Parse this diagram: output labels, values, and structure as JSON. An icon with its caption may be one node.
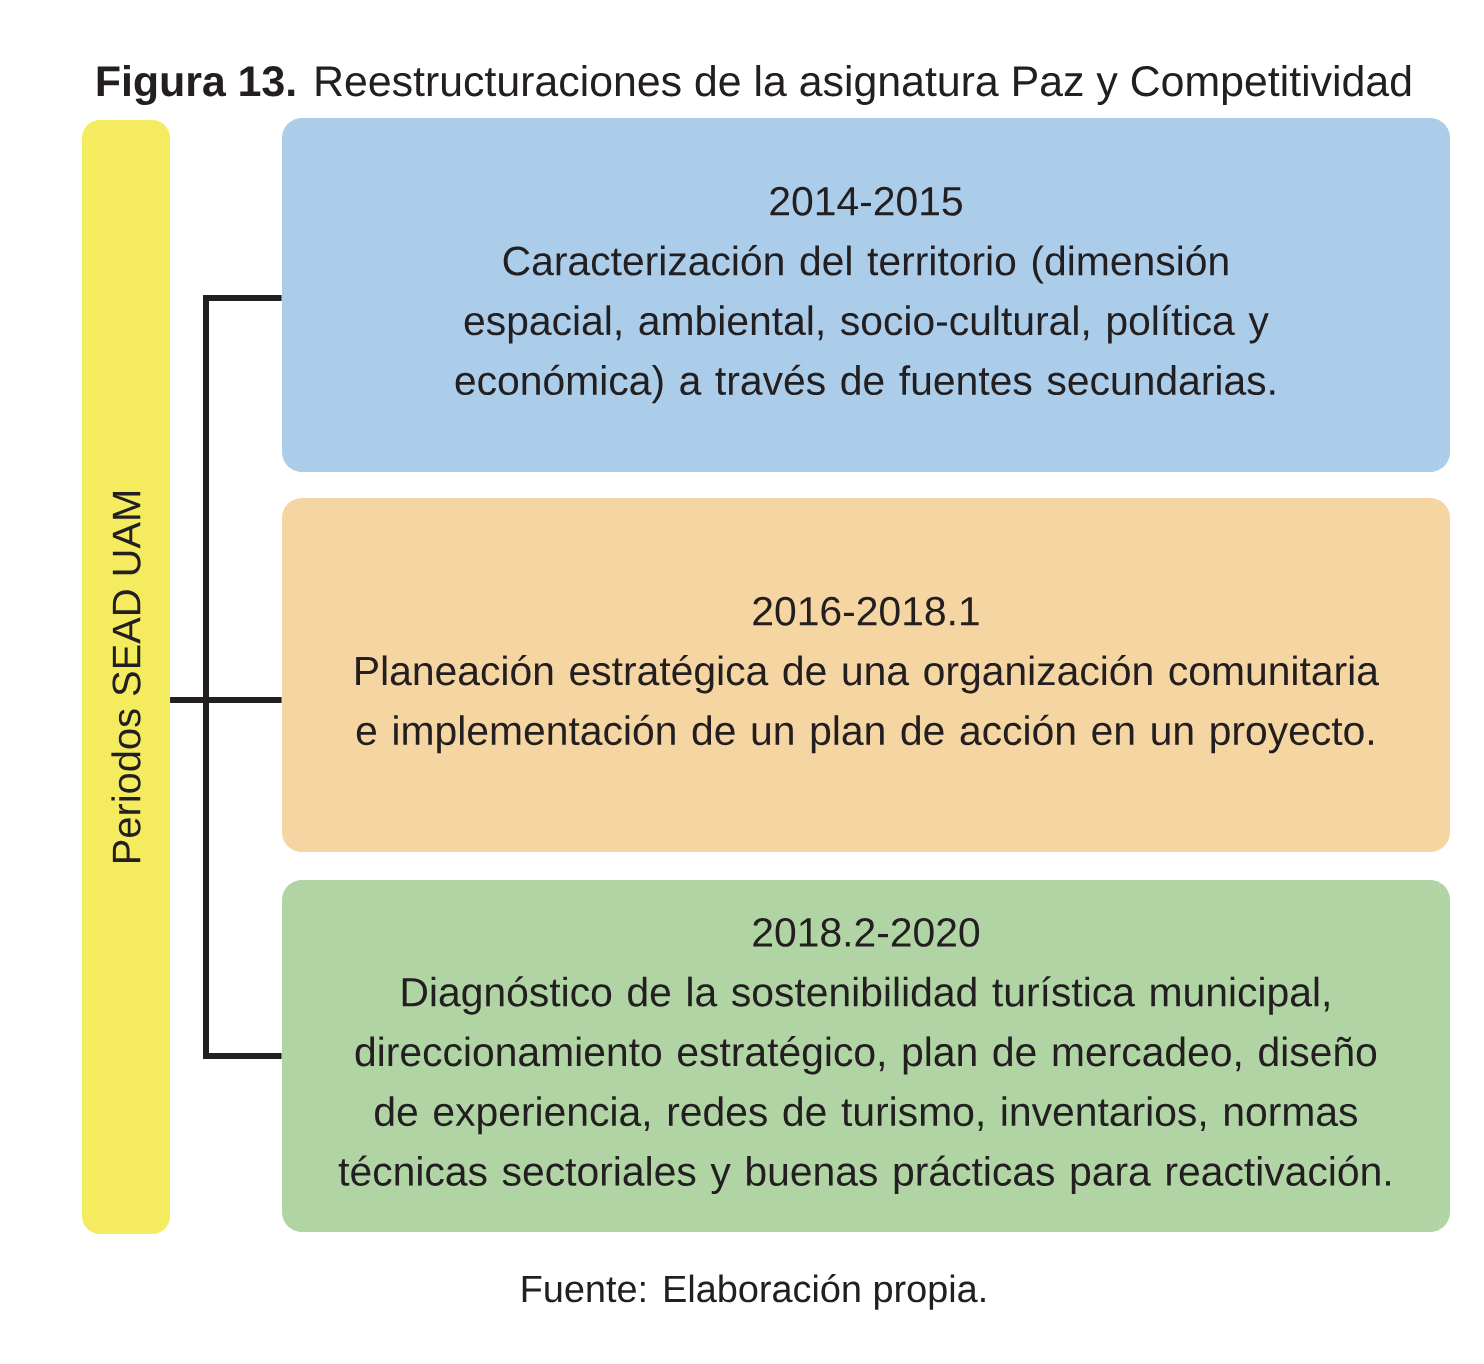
{
  "diagram": {
    "title": "**Figura 13.** Reestructuraciones de la asignatura Paz y Competitividad",
    "caption": "Fuente: Elaboración propia.",
    "nodes": [
      {
        "text": [
          "Periodos SEAD UAM"
        ]
      },
      {
        "text": [
          "2014-2015",
          "Caracterización del territorio (dimensión espacial, ambiental, socio-cultural, política y económica) a través de fuentes secundarias."
        ]
      },
      {
        "text": [
          "2016-2018.1",
          "Planeación estratégica de una organización comunitaria e implementación de un plan de acción en un proyecto."
        ]
      },
      {
        "text": [
          "2018.2-2020",
          "Diagnóstico de la sostenibilidad turística municipal, direccionamiento estratégico, plan de mercadeo, diseño de experiencia, redes de turismo, inventarios, normas técnicas sectoriales y buenas prácticas para reactivación."
        ]
      }
    ],
    "edges": [
      {
        "from": 0,
        "to": 1,
        "arrow": "none"
      },
      {
        "from": 0,
        "to": 2,
        "arrow": "none"
      },
      {
        "from": 0,
        "to": 3,
        "arrow": "none"
      }
    ]
  }
}
